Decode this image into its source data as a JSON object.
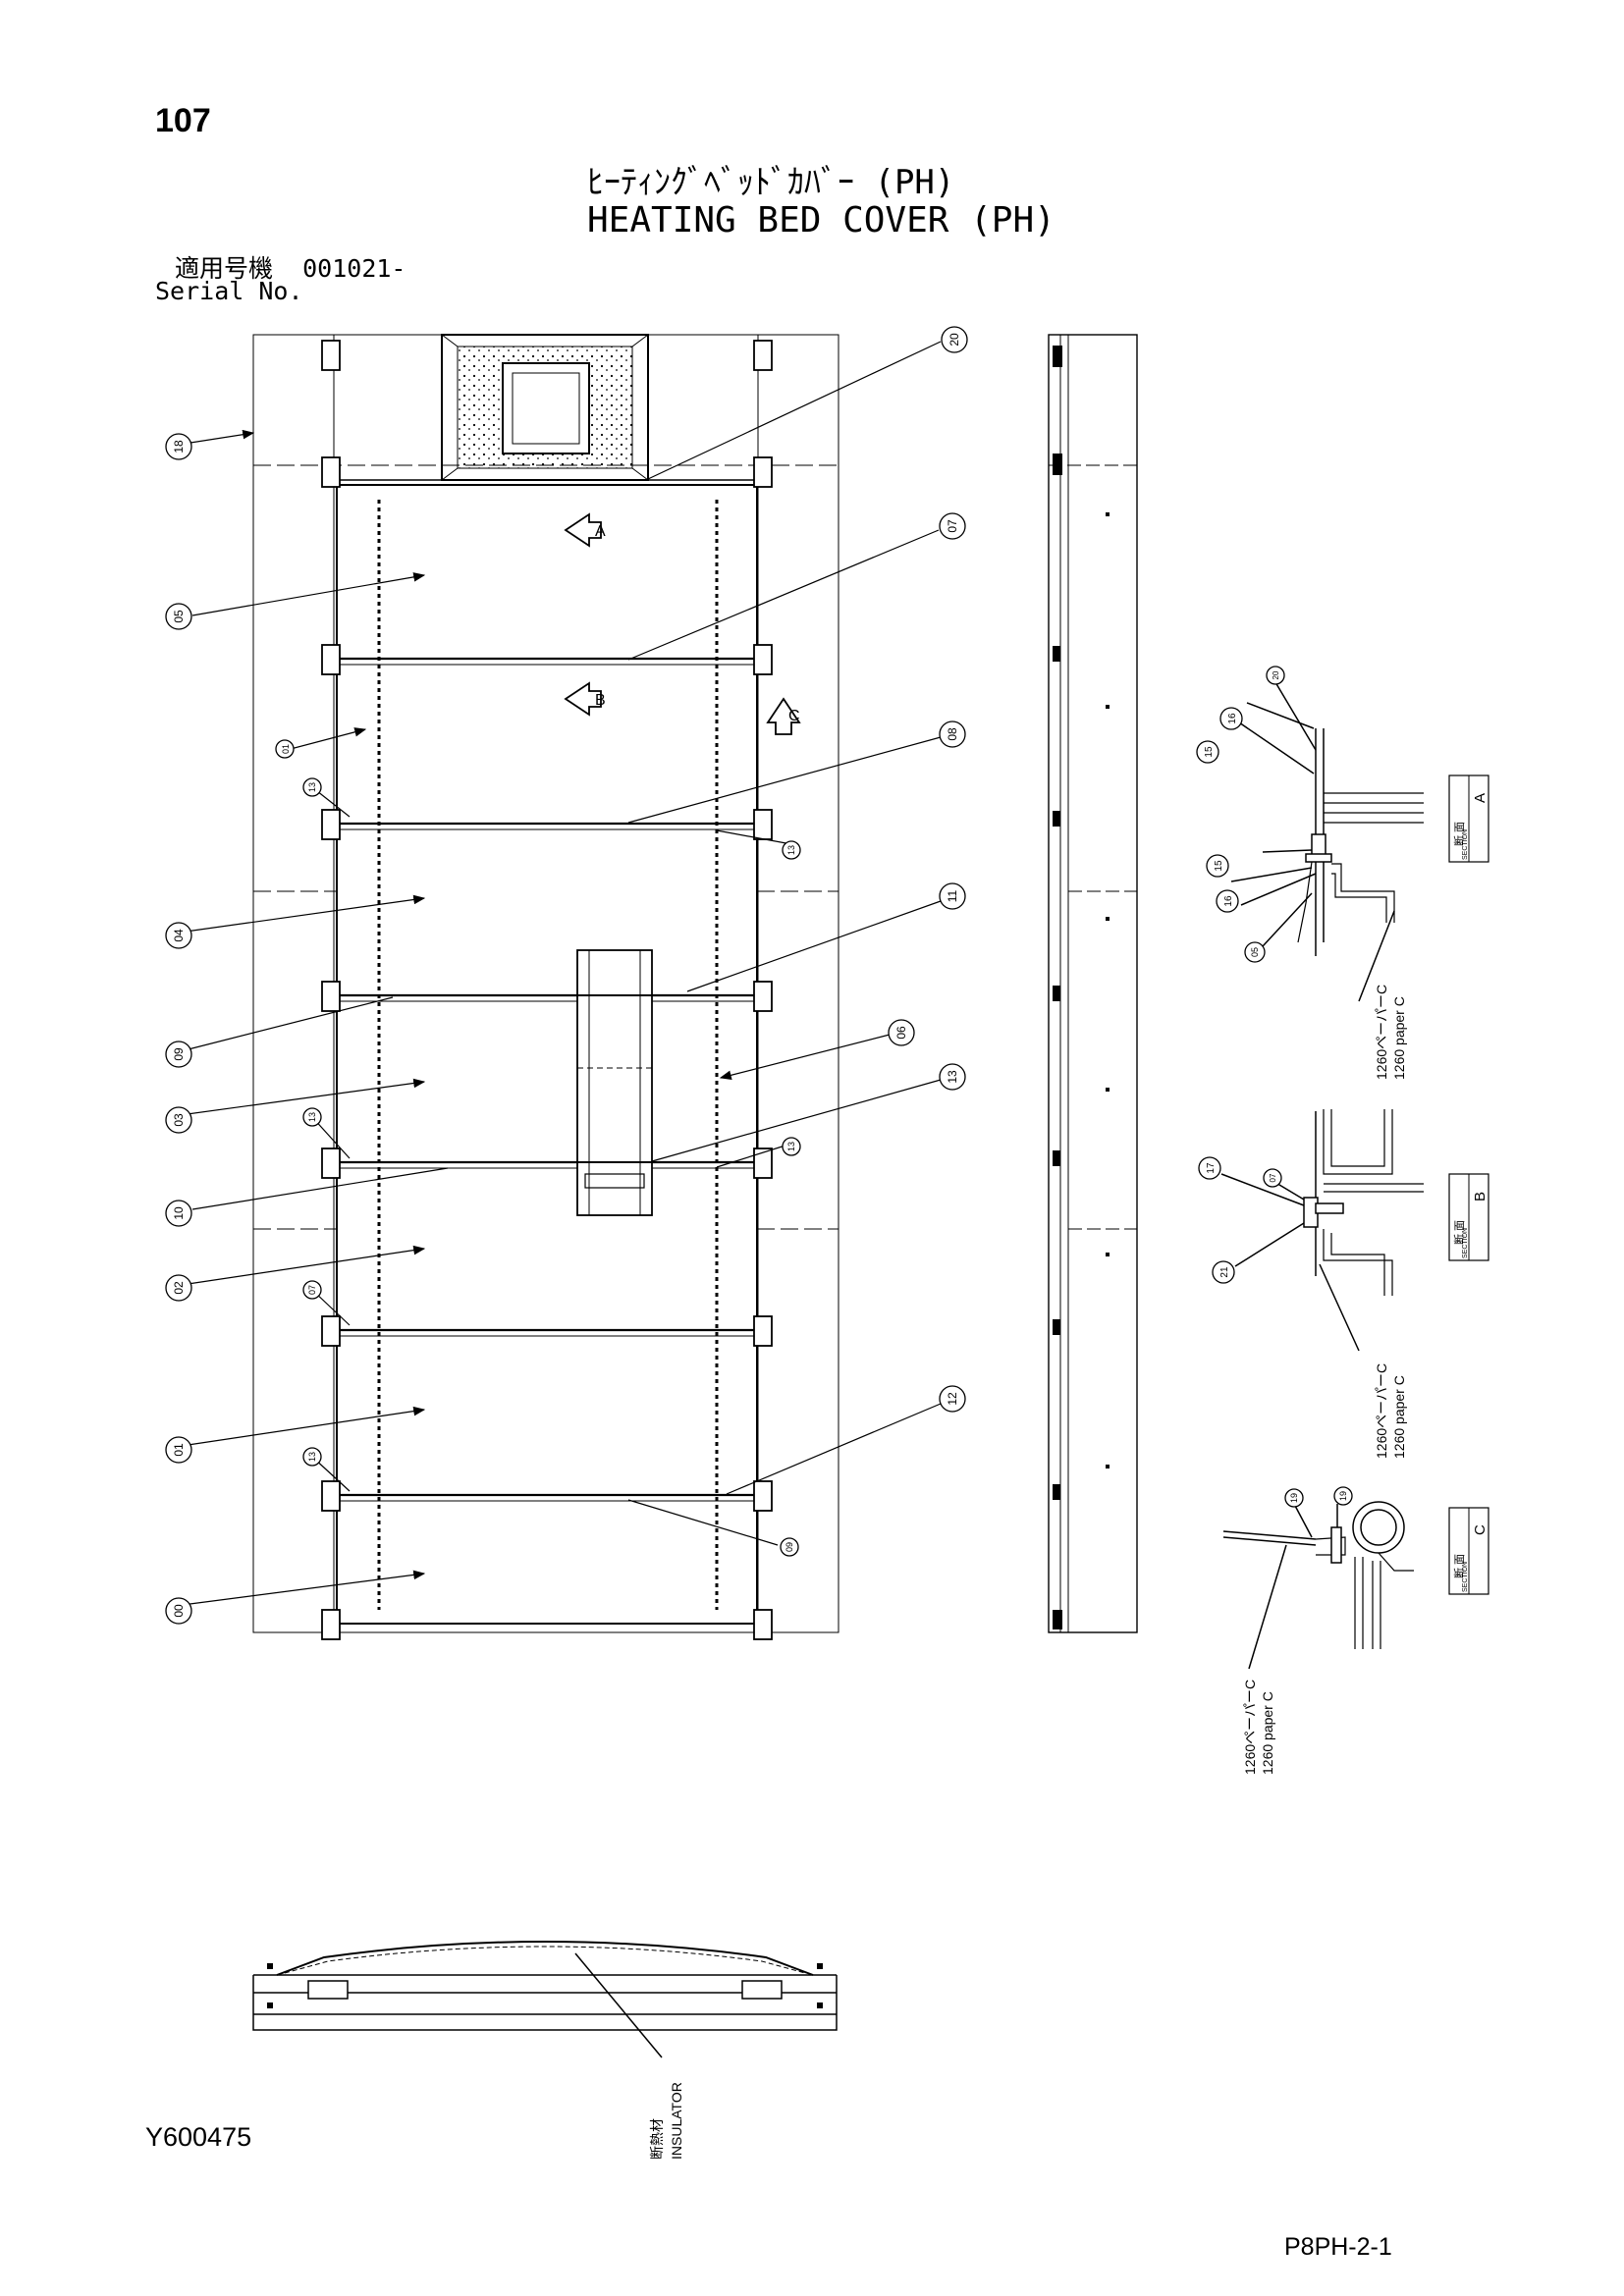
{
  "page_number": "107",
  "title_jp": "ﾋｰﾃｨﾝｸﾞﾍﾞｯﾄﾞｶﾊﾞｰ (PH)",
  "title_en": "HEATING BED COVER (PH)",
  "serial_label_jp": "適用号機",
  "serial_value": "001021-",
  "serial_label_en": "Serial No.",
  "drawing_number": "Y600475",
  "page_code": "P8PH-2-1",
  "section_marks": {
    "a": "A",
    "b": "B",
    "c": "C"
  },
  "balloons": {
    "b18": "18",
    "b20": "20",
    "b07a": "07",
    "b05": "05",
    "b01a": "01",
    "b08a": "08",
    "b13a": "13",
    "b13b": "13",
    "b04": "04",
    "b11": "11",
    "b09a": "09",
    "b06": "06",
    "b03": "03",
    "b13c": "13",
    "b13d": "13",
    "b13e": "13",
    "b10": "10",
    "b02": "02",
    "b07b": "07",
    "b12": "12",
    "b01b": "01",
    "b13f": "13",
    "b09b": "09",
    "b00": "00",
    "sa20": "20",
    "sa16a": "16",
    "sa15a": "15",
    "sa15b": "15",
    "sa16b": "16",
    "sa05": "05",
    "sb17": "17",
    "sb07": "07",
    "sb21": "21",
    "sc19a": "19",
    "sc19b": "19"
  },
  "section_labels": {
    "dan": "断",
    "men": "面",
    "section": "SECTION",
    "a": "A",
    "b": "B",
    "c": "C"
  },
  "paper_callout": {
    "jp": "1260ペーパーC",
    "en": "1260 paper C"
  },
  "insulator_callout": {
    "jp": "断熱材",
    "en": "INSULATOR"
  }
}
